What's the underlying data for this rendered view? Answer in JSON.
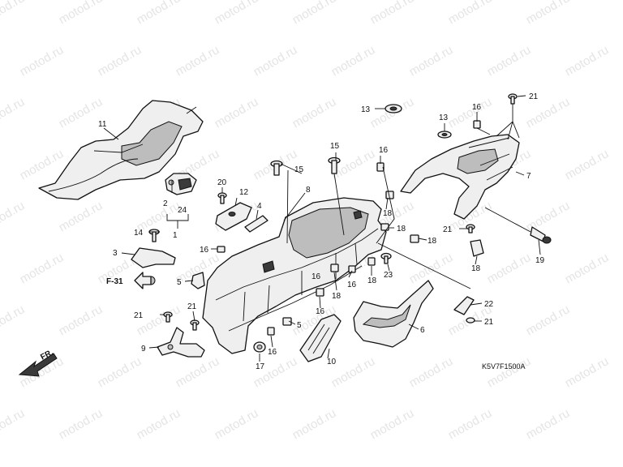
{
  "watermark": "motod.ru",
  "diagram_code": "K5V7F1500A",
  "reference": "F-31",
  "direction": "FR.",
  "callouts": [
    {
      "id": "c11",
      "label": "11"
    },
    {
      "id": "c2",
      "label": "2"
    },
    {
      "id": "c24",
      "label": "24"
    },
    {
      "id": "c1",
      "label": "1"
    },
    {
      "id": "c14",
      "label": "14"
    },
    {
      "id": "c3",
      "label": "3"
    },
    {
      "id": "c20",
      "label": "20"
    },
    {
      "id": "c12",
      "label": "12"
    },
    {
      "id": "c4",
      "label": "4"
    },
    {
      "id": "c16a",
      "label": "16"
    },
    {
      "id": "c5a",
      "label": "5"
    },
    {
      "id": "c21a",
      "label": "21"
    },
    {
      "id": "c21b",
      "label": "21"
    },
    {
      "id": "c9",
      "label": "9"
    },
    {
      "id": "c15a",
      "label": "15"
    },
    {
      "id": "c15b",
      "label": "15"
    },
    {
      "id": "c8",
      "label": "8"
    },
    {
      "id": "c16b",
      "label": "16"
    },
    {
      "id": "c18a",
      "label": "18"
    },
    {
      "id": "c18b",
      "label": "18"
    },
    {
      "id": "c18c",
      "label": "18"
    },
    {
      "id": "c16c",
      "label": "16"
    },
    {
      "id": "c18d",
      "label": "18"
    },
    {
      "id": "c23",
      "label": "23"
    },
    {
      "id": "c16d",
      "label": "16"
    },
    {
      "id": "c18e",
      "label": "18"
    },
    {
      "id": "c16e",
      "label": "16"
    },
    {
      "id": "c5b",
      "label": "5"
    },
    {
      "id": "c16f",
      "label": "16"
    },
    {
      "id": "c17",
      "label": "17"
    },
    {
      "id": "c10",
      "label": "10"
    },
    {
      "id": "c6",
      "label": "6"
    },
    {
      "id": "c13a",
      "label": "13"
    },
    {
      "id": "c13b",
      "label": "13"
    },
    {
      "id": "c16g",
      "label": "16"
    },
    {
      "id": "c21c",
      "label": "21"
    },
    {
      "id": "c7",
      "label": "7"
    },
    {
      "id": "c21d",
      "label": "21"
    },
    {
      "id": "c18f",
      "label": "18"
    },
    {
      "id": "c19",
      "label": "19"
    },
    {
      "id": "c22",
      "label": "22"
    },
    {
      "id": "c21e",
      "label": "21"
    }
  ]
}
